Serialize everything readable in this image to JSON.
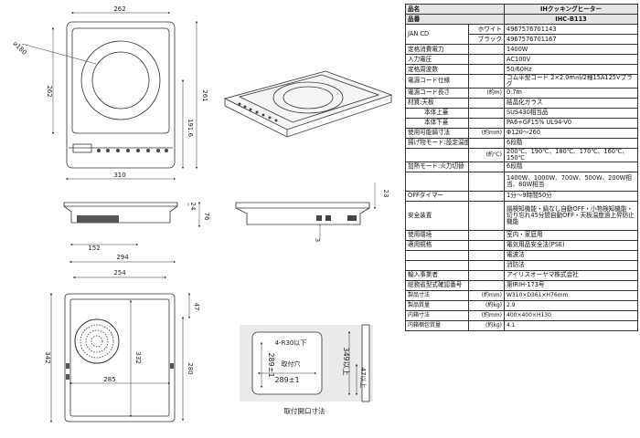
{
  "drawings": {
    "top_view": {
      "width_top": "262",
      "height_left": "262",
      "dia": "⌀180",
      "dim_261": "261",
      "dim_1916": "191.6",
      "width_bottom": "310"
    },
    "front_view": {
      "dim_24": "24",
      "dim_76": "76",
      "dim_152": "152"
    },
    "side_view": {
      "dim_23": "23",
      "dim_3": "3"
    },
    "bottom_view": {
      "dim_294": "294",
      "dim_254": "254",
      "dim_47": "47",
      "dim_342": "342",
      "dim_332": "332",
      "dim_280": "280",
      "dim_285": "285"
    },
    "cutout": {
      "corner": "4-R30以下",
      "w1": "289±1",
      "label": "取付穴",
      "w2": "289±1",
      "h1": "349以上",
      "h2": "47以上",
      "caption": "取付開口寸法"
    }
  },
  "spec": {
    "header": [
      {
        "k": "品名",
        "v": "IHクッキングヒーター"
      },
      {
        "k": "品番",
        "v": "IHC-B113"
      }
    ],
    "jan": {
      "k": "JAN CD",
      "rows": [
        {
          "sub": "ホワイト",
          "v": "4967576701143"
        },
        {
          "sub": "ブラック",
          "v": "4967576701167"
        }
      ]
    },
    "rows": [
      {
        "k": "定格消費電力",
        "u": "",
        "v": "1400W"
      },
      {
        "k": "入力電圧",
        "u": "",
        "v": "AC100V"
      },
      {
        "k": "定格周波数",
        "u": "",
        "v": "50/60Hz"
      },
      {
        "k": "電源コード仕様",
        "u": "",
        "v": "ゴム平型コード 2×2.0m㎡/2種15A125Vプラグ"
      },
      {
        "k": "電源コード長さ",
        "u": "(約m)",
        "v": "0.7m"
      },
      {
        "k": "材質:天板",
        "u": "",
        "v": "結晶化ガラス"
      },
      {
        "k": "本体上蓋",
        "u": "",
        "v": "SUS430相当品",
        "indent": true
      },
      {
        "k": "本体下蓋",
        "u": "",
        "v": "PA6+GF15% UL94-V0",
        "indent": true
      },
      {
        "k": "使用可能鍋寸法",
        "u": "(約mm)",
        "v": "Φ120〜260"
      },
      {
        "k": "揚げ物モード:設定温度",
        "u": "",
        "v": "6段階"
      },
      {
        "k": "",
        "u": "(約℃)",
        "v": "200℃、190℃、180℃、170℃、160℃、150℃"
      },
      {
        "k": "加熱モード:火力切替",
        "u": "",
        "v": "6段階"
      },
      {
        "k": "",
        "u": "",
        "v": "1400W、1000W、700W、500W、200W相当、80W相当",
        "tall": 2
      },
      {
        "k": "OFFタイマー",
        "u": "",
        "v": "1分〜9時間50分"
      },
      {
        "k": "安全装置",
        "u": "",
        "v": "鍋検知機能・鍋なし自動OFF・小物検知機能・切り忘れ45分間自動OFF・天板温度過上昇防止機能",
        "tall": 3
      },
      {
        "k": "使用環境",
        "u": "",
        "v": "室内・家庭用"
      },
      {
        "k": "適用規格",
        "u": "",
        "v": "電気用品安全法(PSE)"
      },
      {
        "k": "",
        "u": "",
        "v": "電波法"
      },
      {
        "k": "",
        "u": "",
        "v": "消防法"
      },
      {
        "k": "輸入事業者",
        "u": "",
        "v": "アイリスオーヤマ株式会社"
      },
      {
        "k": "総務省型式確認番号",
        "u": "",
        "v": "第IRIH-173号"
      },
      {
        "k": "製品寸法",
        "u": "(約mm)",
        "v": "W310×D361×H76mm",
        "small": true
      },
      {
        "k": "製品質量",
        "u": "(約kg)",
        "v": "2.9",
        "small": true
      },
      {
        "k": "内箱寸法",
        "u": "(約mm)",
        "v": "400×400×H130",
        "small": true
      },
      {
        "k": "内箱梱包質量",
        "u": "(約kg)",
        "v": "4.1",
        "small": true
      }
    ]
  }
}
